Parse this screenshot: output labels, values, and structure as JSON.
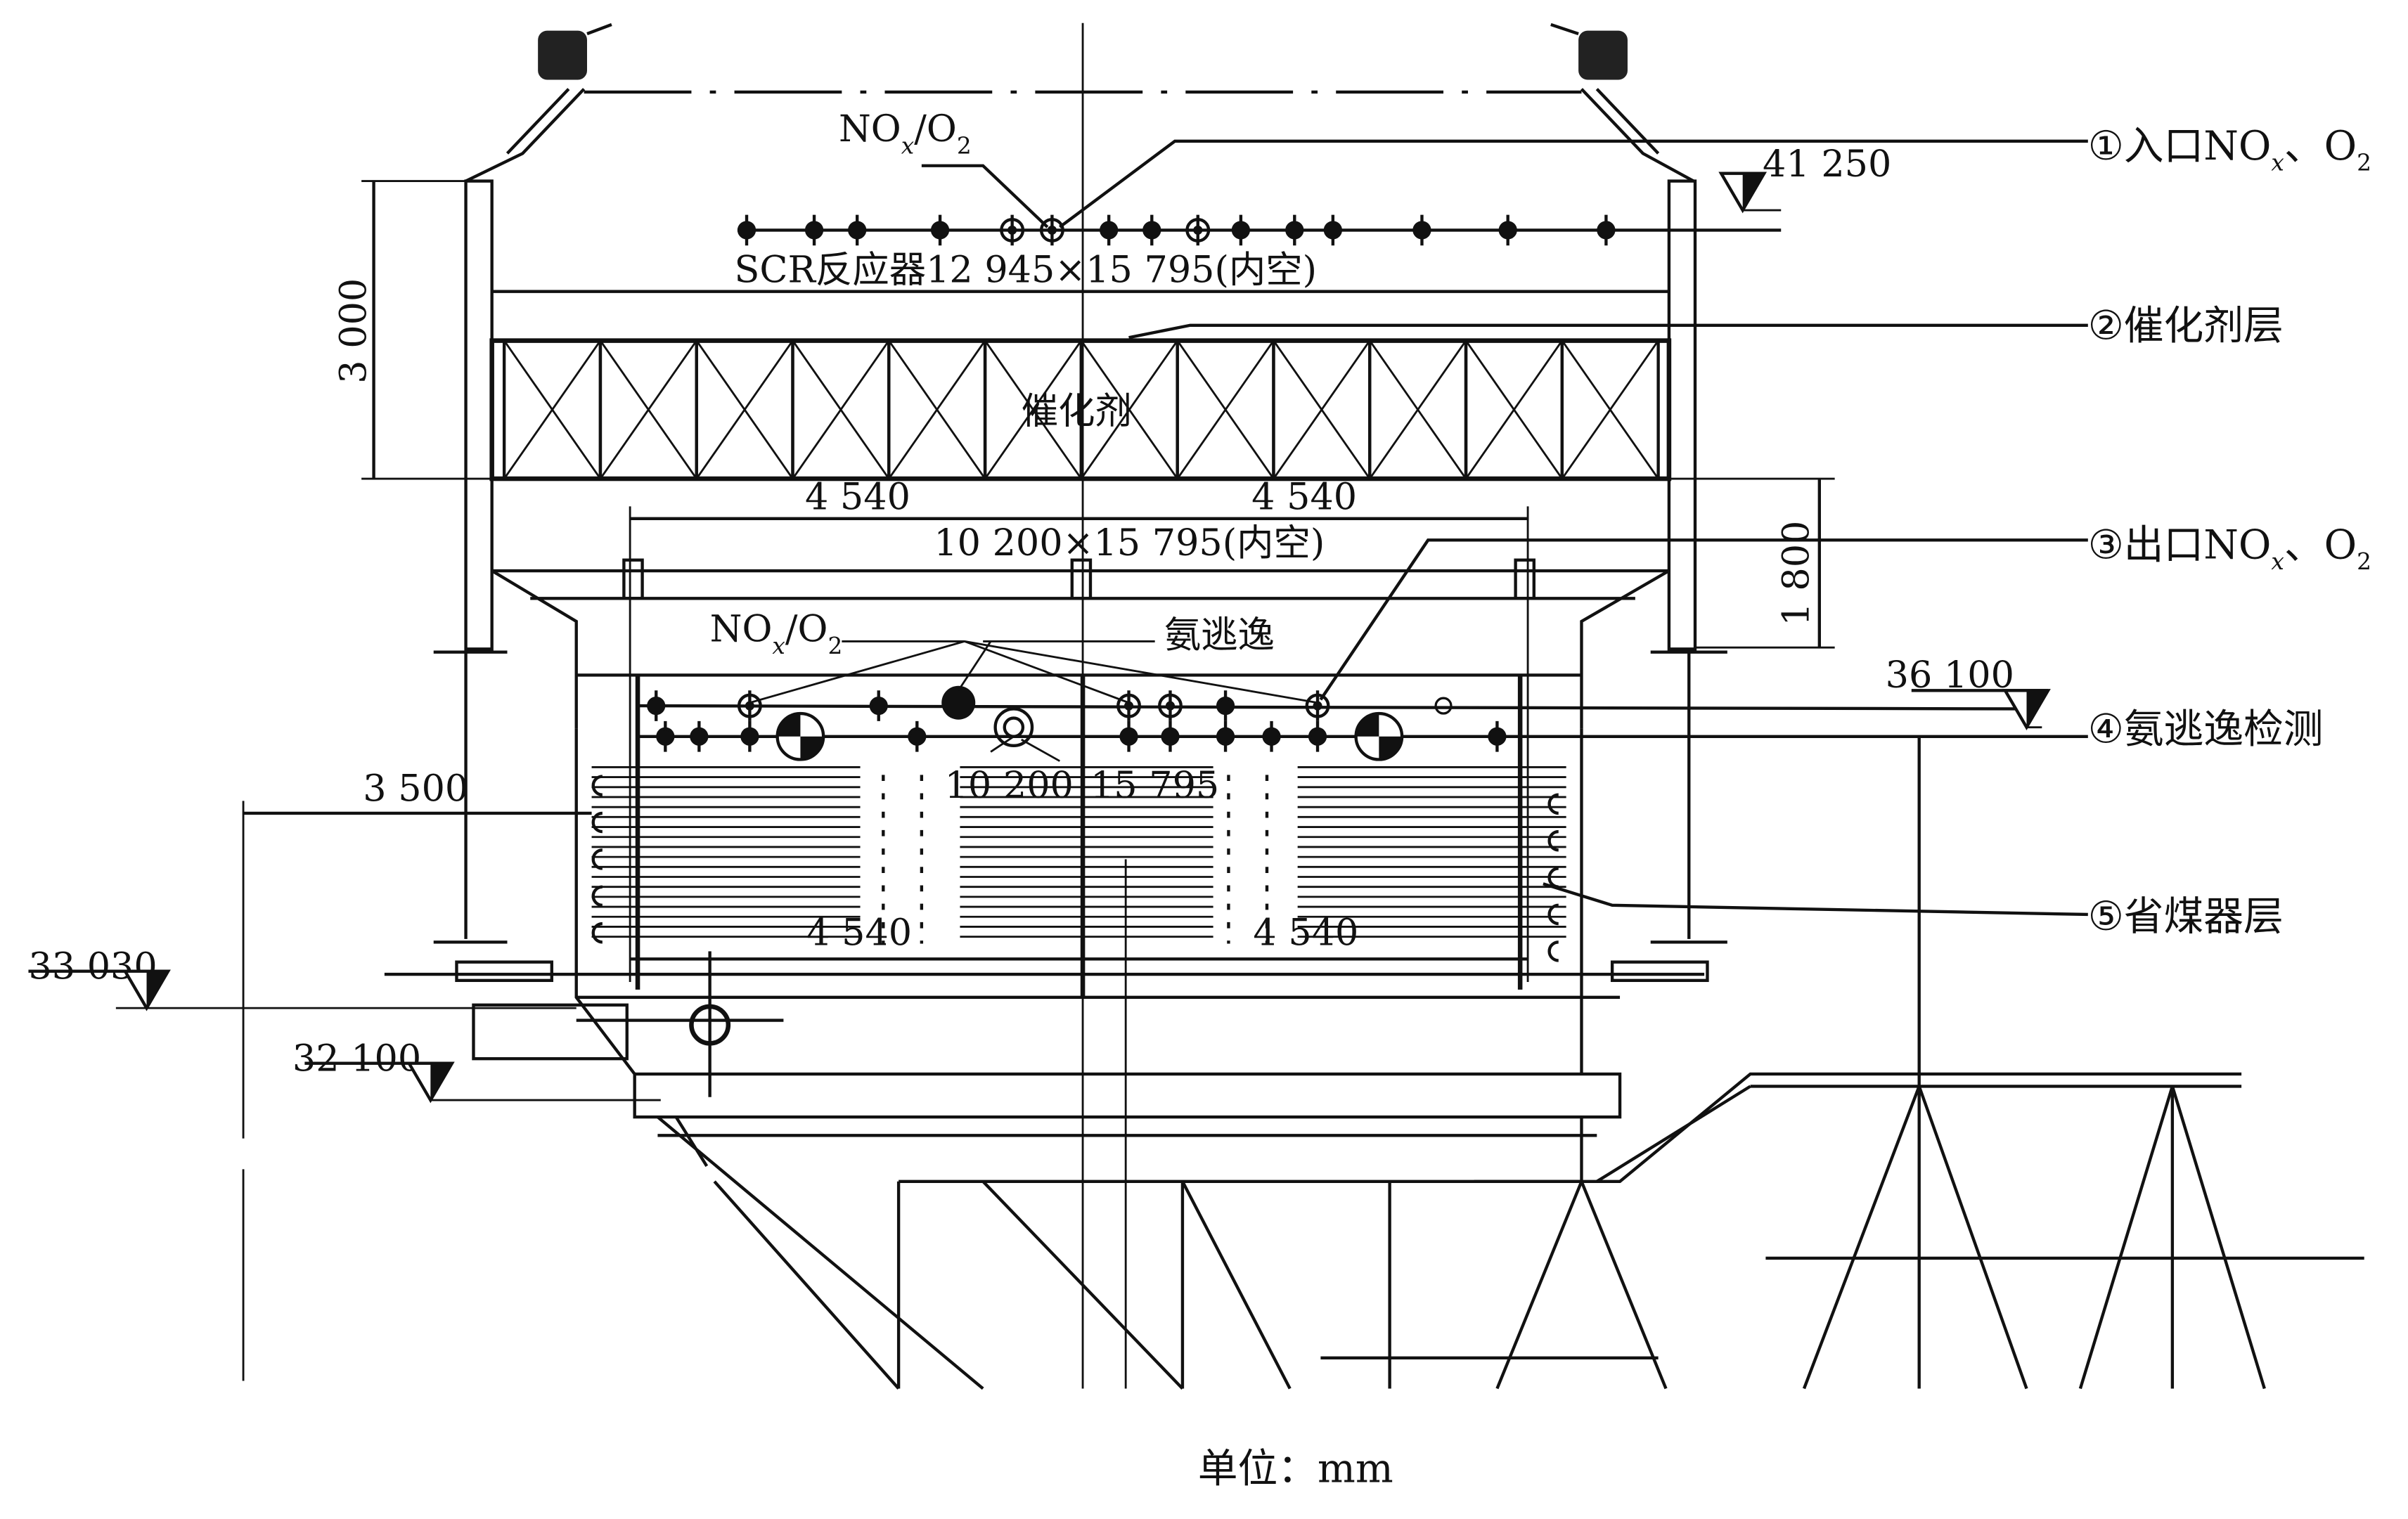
{
  "title": "SCR反应器及省煤器测点布置图",
  "dimensions": {
    "scr_reactor": "SCR反应器12 945×15 795(内空)",
    "inner_box": "10 200×15 795(内空)",
    "width_half_top_left": "4 540",
    "width_half_top_right": "4 540",
    "width_half_bottom_left": "4 540",
    "width_half_bottom_right": "4 540",
    "height_catalyst": "3 000",
    "height_gap": "1 800",
    "offset_left": "3 500",
    "duct_a": "10 200",
    "duct_b": "15 795"
  },
  "elevations": [
    "41 250",
    "36 100",
    "33 030",
    "32 100"
  ],
  "inner_labels": {
    "catalyst": "催化剂",
    "nox_o2_top": {
      "a": "NO",
      "b": "x",
      "c": "/O",
      "d": "2"
    },
    "nox_o2_bottom": {
      "a": "NO",
      "b": "x",
      "c": "/O",
      "d": "2"
    },
    "ammonia_slip": "氨逃逸"
  },
  "callouts": [
    {
      "num": "①",
      "text": "入口NO",
      "sub": "x",
      "tail": "、O",
      "sub2": "2"
    },
    {
      "num": "②",
      "text": "催化剂层"
    },
    {
      "num": "③",
      "text": "出口NO",
      "sub": "x",
      "tail": "、O",
      "sub2": "2"
    },
    {
      "num": "④",
      "text": "氨逃逸检测"
    },
    {
      "num": "⑤",
      "text": "省煤器层"
    }
  ],
  "unit": "单位：mm"
}
